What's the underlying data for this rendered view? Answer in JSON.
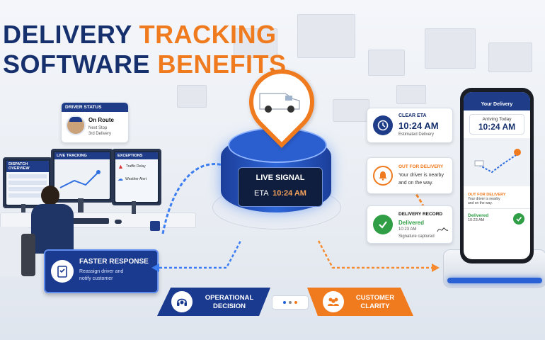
{
  "title": {
    "line1_a": "DELIVERY",
    "line1_b": "TRACKING",
    "line2_a": "SOFTWARE",
    "line2_b": "BENEFITS"
  },
  "driver_status": {
    "header": "DRIVER STATUS",
    "status": "On Route",
    "next_stop_label": "Next Stop",
    "next_stop_value": "3rd Delivery"
  },
  "monitors": {
    "dispatch": {
      "title": "DISPATCH OVERVIEW"
    },
    "live": {
      "title": "LIVE TRACKING"
    },
    "exceptions": {
      "title": "EXCEPTIONS",
      "item1": "Traffic Delay",
      "item2": "Weather Alert"
    }
  },
  "hub": {
    "signal_label": "LIVE SIGNAL",
    "eta_label": "ETA",
    "eta_time": "10:24 AM"
  },
  "right_cards": {
    "clear_eta": {
      "title": "CLEAR ETA",
      "time": "10:24 AM",
      "sub": "Estimated Delivery"
    },
    "out_for_delivery": {
      "title": "OUT FOR DELIVERY",
      "line1": "Your driver is nearby",
      "line2": "and on the way."
    },
    "delivery_record": {
      "title": "DELIVERY RECORD",
      "status": "Delivered",
      "time": "10:23 AM",
      "sig": "Signature captured"
    }
  },
  "phone": {
    "header": "Your Delivery",
    "arriving": "Arriving Today",
    "time": "10:24 AM",
    "out_title": "OUT FOR DELIVERY",
    "out_line1": "Your driver is nearby",
    "out_line2": "and on the way.",
    "delivered": "Delivered",
    "delivered_time": "10:23 AM"
  },
  "faster_response": {
    "title": "FASTER RESPONSE",
    "line1": "Reassign driver and",
    "line2": "notify customer"
  },
  "bottom": {
    "operational_1": "OPERATIONAL",
    "operational_2": "DECISION",
    "customer_1": "CUSTOMER",
    "customer_2": "CLARITY"
  },
  "colors": {
    "navy": "#16306e",
    "blue": "#1f5fd6",
    "orange": "#f07a1e",
    "green": "#2f9e44"
  }
}
